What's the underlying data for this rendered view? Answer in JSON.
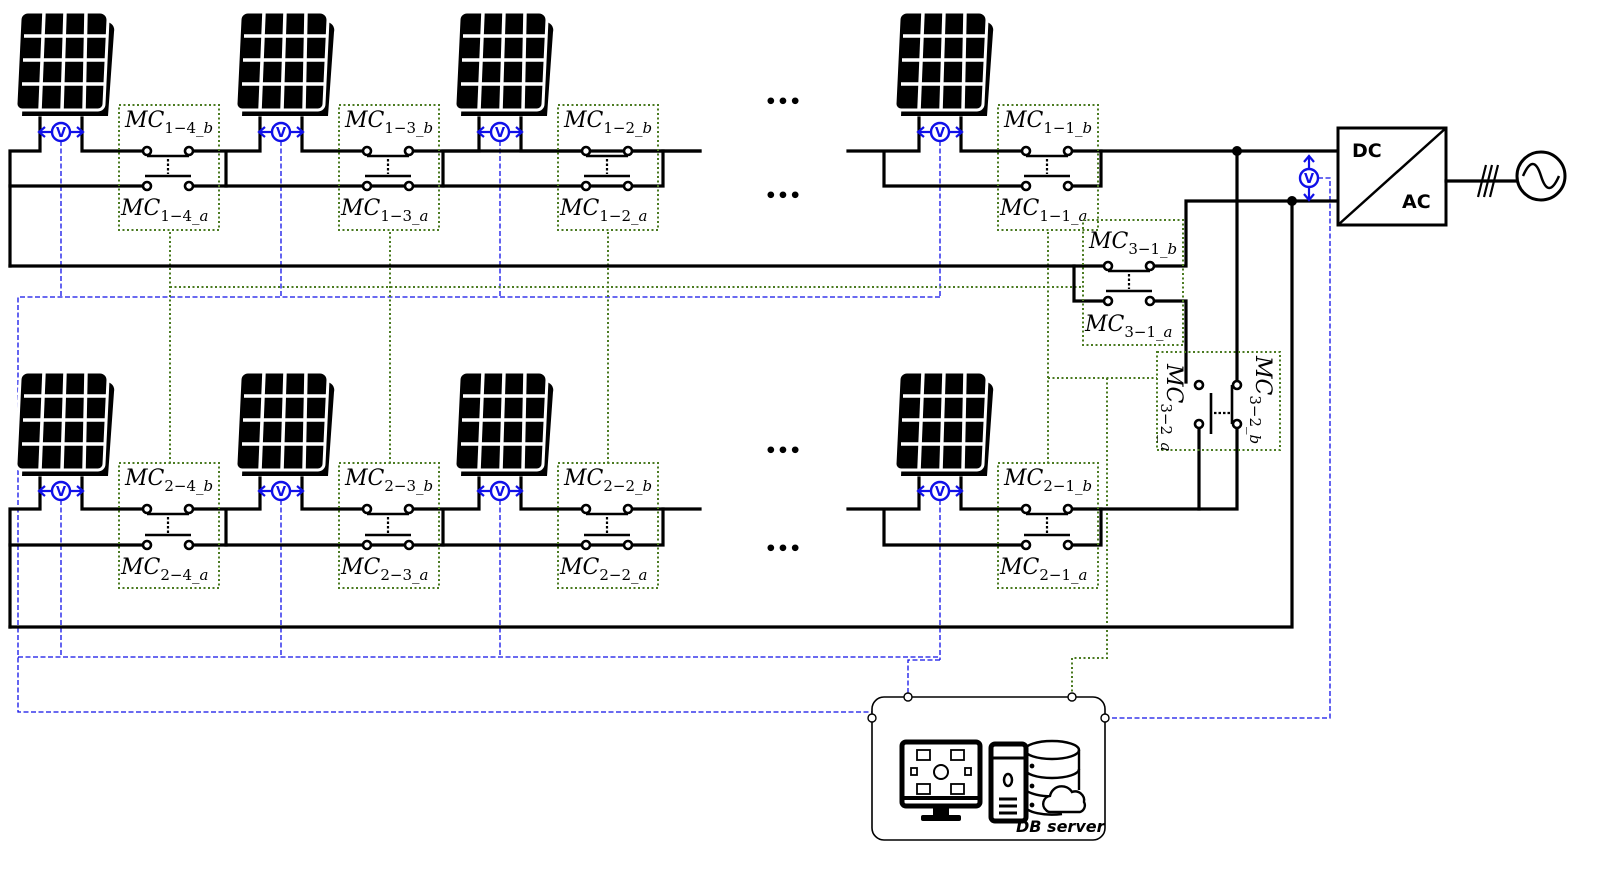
{
  "diagram": {
    "title": "PV string reconfiguration with magnetic contactors",
    "colors": {
      "power_wire": "#000000",
      "voltage_sense": "#1010e8",
      "control_line": "#4a7a20"
    },
    "ellipsis": "•••",
    "voltmeter_symbol": "V",
    "strings": [
      {
        "id": 1,
        "panels": 4,
        "contactors": [
          {
            "id": "1-4",
            "b": {
              "main": "MC",
              "sub": "1−4_",
              "suffix": "b"
            },
            "a": {
              "main": "MC",
              "sub": "1−4_",
              "suffix": "a"
            }
          },
          {
            "id": "1-3",
            "b": {
              "main": "MC",
              "sub": "1−3_",
              "suffix": "b"
            },
            "a": {
              "main": "MC",
              "sub": "1−3_",
              "suffix": "a"
            }
          },
          {
            "id": "1-2",
            "b": {
              "main": "MC",
              "sub": "1−2_",
              "suffix": "b"
            },
            "a": {
              "main": "MC",
              "sub": "1−2_",
              "suffix": "a"
            }
          },
          {
            "id": "1-1",
            "b": {
              "main": "MC",
              "sub": "1−1_",
              "suffix": "b"
            },
            "a": {
              "main": "MC",
              "sub": "1−1_",
              "suffix": "a"
            }
          }
        ]
      },
      {
        "id": 2,
        "panels": 4,
        "contactors": [
          {
            "id": "2-4",
            "b": {
              "main": "MC",
              "sub": "2−4_",
              "suffix": "b"
            },
            "a": {
              "main": "MC",
              "sub": "2−4_",
              "suffix": "a"
            }
          },
          {
            "id": "2-3",
            "b": {
              "main": "MC",
              "sub": "2−3_",
              "suffix": "b"
            },
            "a": {
              "main": "MC",
              "sub": "2−3_",
              "suffix": "a"
            }
          },
          {
            "id": "2-2",
            "b": {
              "main": "MC",
              "sub": "2−2_",
              "suffix": "b"
            },
            "a": {
              "main": "MC",
              "sub": "2−2_",
              "suffix": "a"
            }
          },
          {
            "id": "2-1",
            "b": {
              "main": "MC",
              "sub": "2−1_",
              "suffix": "b"
            },
            "a": {
              "main": "MC",
              "sub": "2−1_",
              "suffix": "a"
            }
          }
        ]
      }
    ],
    "tie_contactors": [
      {
        "id": "3-1",
        "b": {
          "main": "MC",
          "sub": "3−1_",
          "suffix": "b"
        },
        "a": {
          "main": "MC",
          "sub": "3−1_",
          "suffix": "a"
        }
      },
      {
        "id": "3-2",
        "b": {
          "main": "MC",
          "sub": "3−2_",
          "suffix": "b"
        },
        "a": {
          "main": "MC",
          "sub": "3−2_",
          "suffix": "a"
        }
      }
    ],
    "inverter": {
      "dc_label": "DC",
      "ac_label": "AC"
    },
    "grid": {
      "symbol": "AC source",
      "phases": 3
    },
    "server": {
      "label": "DB server",
      "components": [
        "monitoring-pc",
        "tower-pc",
        "database-cloud"
      ]
    }
  }
}
